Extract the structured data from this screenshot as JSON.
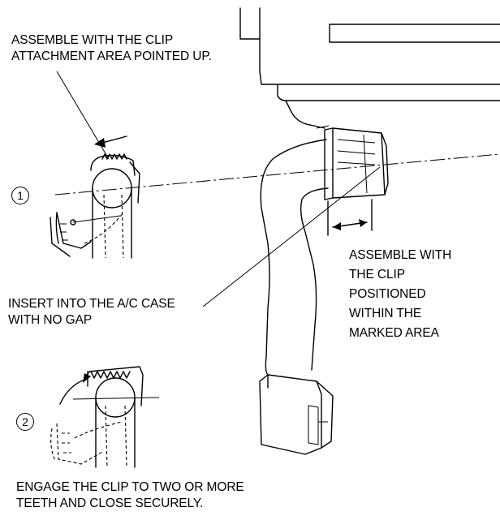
{
  "labels": {
    "clip_attachment": [
      "ASSEMBLE WITH THE CLIP",
      "ATTACHMENT AREA POINTED UP."
    ],
    "insert_ac_case": [
      "INSERT INTO THE A/C CASE",
      "WITH NO GAP"
    ],
    "marked_area": [
      "ASSEMBLE WITH",
      "THE CLIP",
      "POSITIONED",
      "WITHIN THE",
      "MARKED AREA"
    ],
    "engage_clip": [
      "ENGAGE THE CLIP TO TWO OR MORE",
      "TEETH AND CLOSE SECURELY."
    ]
  },
  "steps": {
    "step1": "1",
    "step2": "2"
  }
}
